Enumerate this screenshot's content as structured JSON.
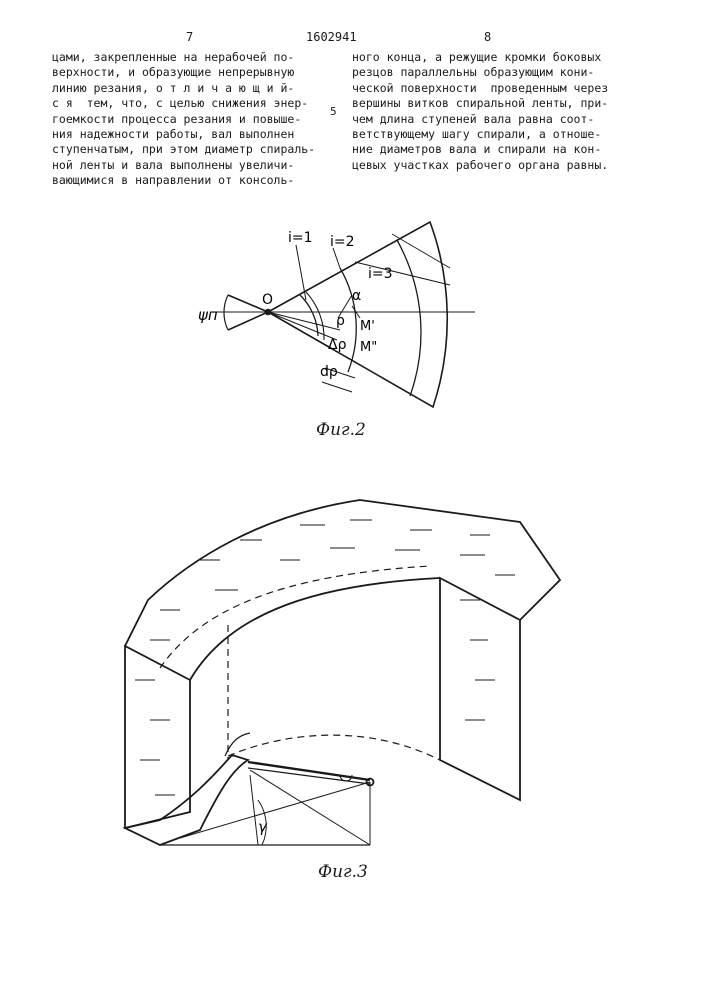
{
  "header": {
    "page_left": "7",
    "patent_number": "1602941",
    "page_right": "8",
    "line_marker": "5"
  },
  "left_column": [
    "цами, закрепленные на нерабочей по-",
    "верхности, и образующие непрерывную",
    "линию резания, о т л и ч а ю щ и й-",
    "с я  тем, что, с целью снижения энер-",
    "гоемкости процесса резания и повыше-",
    "ния надежности работы, вал выполнен",
    "ступенчатым, при этом диаметр спираль-",
    "ной ленты и вала выполнены увеличи-",
    "вающимися в направлении от консоль-"
  ],
  "right_column": [
    "ного конца, а режущие кромки боковых",
    "резцов параллельны образующим кони-",
    "ческой поверхности  проведенным через",
    "вершины витков спиральной ленты, при-",
    "чем длина ступеней вала равна соот-",
    "ветствующему шагу спирали, а отноше-",
    "ние диаметров вала и спирали на кон-",
    "цевых участках рабочего органа равны."
  ],
  "figure2": {
    "caption": "Фиг.2",
    "labels": {
      "i1": "i=1",
      "i2": "i=2",
      "i3": "i=3",
      "origin": "O",
      "angle": "ψп",
      "alpha": "α",
      "rho": "ρ",
      "m1": "M'",
      "m2": "M\"",
      "delta_rho": "Δρ",
      "d_rho": "dρ"
    }
  },
  "figure3": {
    "caption": "Фиг.3",
    "labels": {
      "gamma": "γ"
    }
  }
}
